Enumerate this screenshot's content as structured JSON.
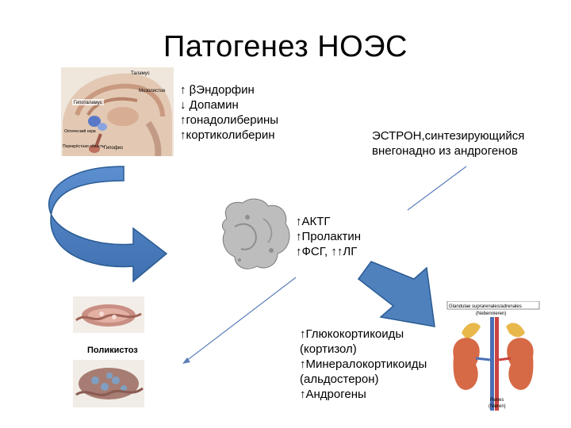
{
  "title": "Патогенез НОЭС",
  "hypothalamus_text": [
    "↑ βЭндорфин",
    "↓ Допамин",
    "↑гонадолиберины",
    "↑кортиколиберин"
  ],
  "estrone_text": [
    "ЭСТРОН,синтезирующийся",
    "внегонадно из андрогенов"
  ],
  "pituitary_text": [
    "↑АКТГ",
    "↑Пролактин",
    "↑ФСГ, ↑↑ЛГ"
  ],
  "adrenal_text": [
    "↑Глюкокортикоиды",
    "(кортизол)",
    "↑Минералокортикоиды",
    "(альдостерон)",
    "↑Андрогены"
  ],
  "brain_labels": [
    "Таламус",
    "Мозолистое",
    "Гипоталамус",
    "Оптический нерв",
    "Перекрёстная область",
    "Гипофиз"
  ],
  "ovary_label": "Поликистоз",
  "adrenal_labels": [
    "Glandulae suprarenales/adrenales",
    "(Nebennieren)",
    "Renes",
    "(Nieren)"
  ],
  "colors": {
    "arrow_blue": "#4f81bd",
    "arrow_blue_dark": "#2a5b94",
    "thin_line": "#5b7fb8"
  }
}
